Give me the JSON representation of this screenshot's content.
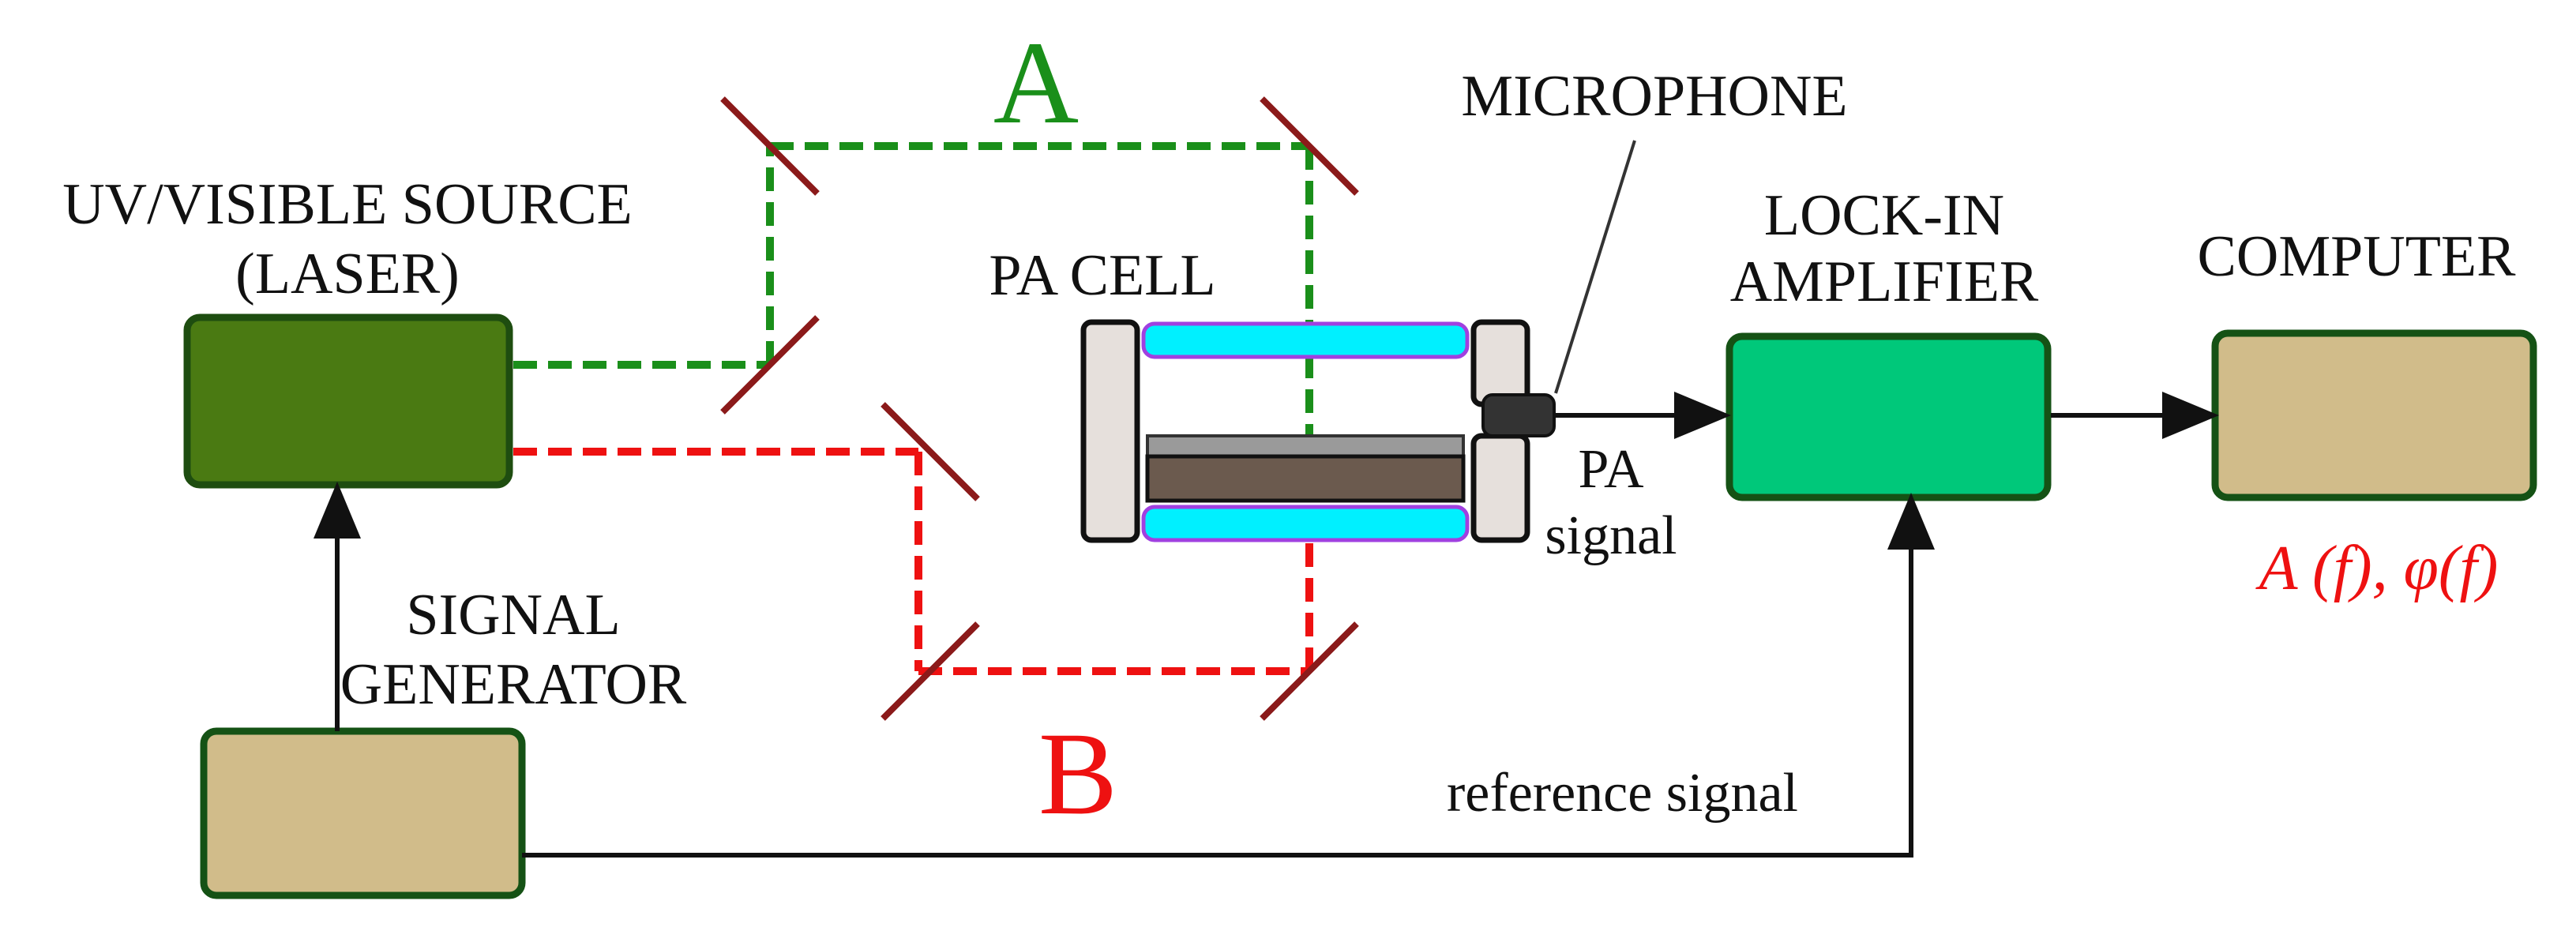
{
  "labels": {
    "source_line1": "UV/VISIBLE SOURCE",
    "source_line2": "(LASER)",
    "signal_gen_line1": "SIGNAL",
    "signal_gen_line2": "GENERATOR",
    "path_a": "A",
    "path_b": "B",
    "pa_cell": "PA CELL",
    "microphone": "MICROPHONE",
    "pa_signal_line1": "PA",
    "pa_signal_line2": "signal",
    "lockin_line1": "LOCK-IN",
    "lockin_line2": "AMPLIFIER",
    "computer": "COMPUTER",
    "reference_signal": "reference signal",
    "result": "A (f), φ(f)"
  },
  "colors": {
    "laser_box": "#4a7a12",
    "laser_box_border": "#1e4d10",
    "generator_box": "#d1bc8a",
    "computer_box": "#d1bc8a",
    "lockin_box": "#00c87a",
    "box_border": "#155215",
    "path_a": "#1a8f1a",
    "path_b": "#ee1111",
    "mirror": "#8b1a1a",
    "window": "#00f0ff",
    "window_border": "#a040e0",
    "sample": "#6b5a4e",
    "sample_top": "#9a9a9a",
    "cell_body": "#e6e0dc",
    "microphone": "#333333",
    "arrow": "#111111",
    "result_text": "#ee1111"
  }
}
